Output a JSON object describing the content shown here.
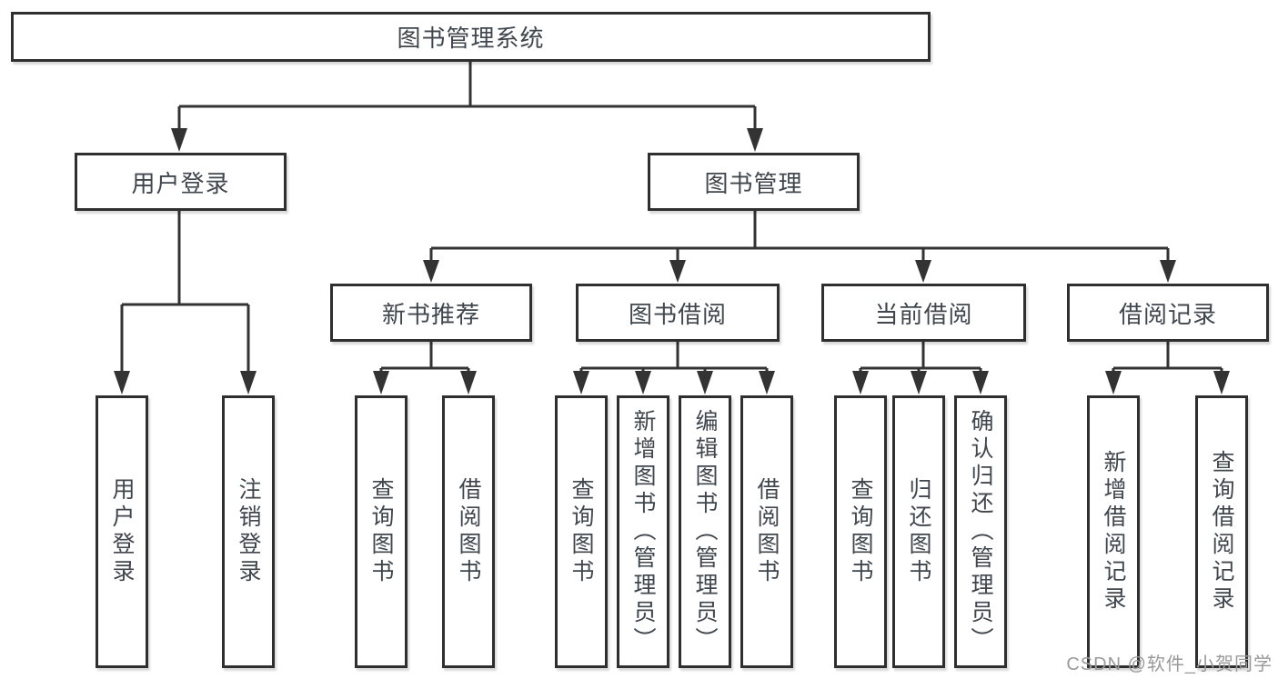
{
  "diagram": {
    "title": "图书管理系统",
    "tree": {
      "label": "图书管理系统",
      "children": [
        {
          "label": "用户登录",
          "children": [
            {
              "label": "用户登录"
            },
            {
              "label": "注销登录"
            }
          ]
        },
        {
          "label": "图书管理",
          "children": [
            {
              "label": "新书推荐",
              "children": [
                {
                  "label": "查询图书"
                },
                {
                  "label": "借阅图书"
                }
              ]
            },
            {
              "label": "图书借阅",
              "children": [
                {
                  "label": "查询图书"
                },
                {
                  "label": "新增图书（管理员）"
                },
                {
                  "label": "编辑图书（管理员）"
                },
                {
                  "label": "借阅图书"
                }
              ]
            },
            {
              "label": "当前借阅",
              "children": [
                {
                  "label": "查询图书"
                },
                {
                  "label": "归还图书"
                },
                {
                  "label": "确认归还（管理员）"
                }
              ]
            },
            {
              "label": "借阅记录",
              "children": [
                {
                  "label": "新增借阅记录"
                },
                {
                  "label": "查询借阅记录"
                }
              ]
            }
          ]
        }
      ]
    },
    "colors": {
      "box_border": "#2f2f2f",
      "line": "#333333",
      "text": "#40464d",
      "watermark": "#9a9a9a",
      "background": "#ffffff"
    }
  },
  "watermark": {
    "text": "CSDN @软件_小贺同学"
  }
}
